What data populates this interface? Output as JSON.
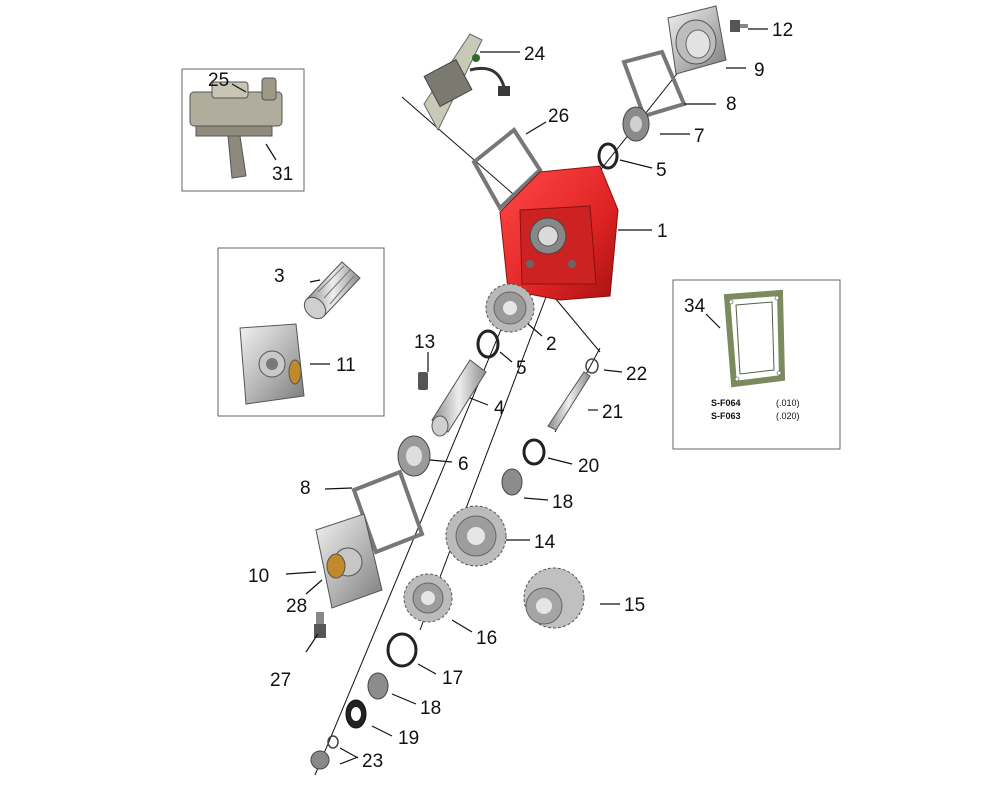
{
  "callouts": {
    "c1": "1",
    "c2": "2",
    "c3": "3",
    "c4": "4",
    "c5a": "5",
    "c5b": "5",
    "c6": "6",
    "c7": "7",
    "c8a": "8",
    "c8b": "8",
    "c9": "9",
    "c10": "10",
    "c11": "11",
    "c12": "12",
    "c13": "13",
    "c14": "14",
    "c15": "15",
    "c16": "16",
    "c17": "17",
    "c18a": "18",
    "c18b": "18",
    "c19": "19",
    "c20": "20",
    "c21": "21",
    "c22": "22",
    "c23": "23",
    "c24": "24",
    "c25": "25",
    "c26": "26",
    "c27": "27",
    "c28": "28",
    "c31": "31",
    "c34": "34"
  },
  "gasket_table": [
    {
      "part": "S-F064",
      "thickness": "(.010)"
    },
    {
      "part": "S-F063",
      "thickness": "(.020)"
    }
  ],
  "colors": {
    "housing_red": "#e02424",
    "metal_light": "#d8d8d8",
    "metal_mid": "#a9a9a9",
    "metal_dark": "#6e6e6e",
    "gasket_green": "#7d8a5e"
  }
}
